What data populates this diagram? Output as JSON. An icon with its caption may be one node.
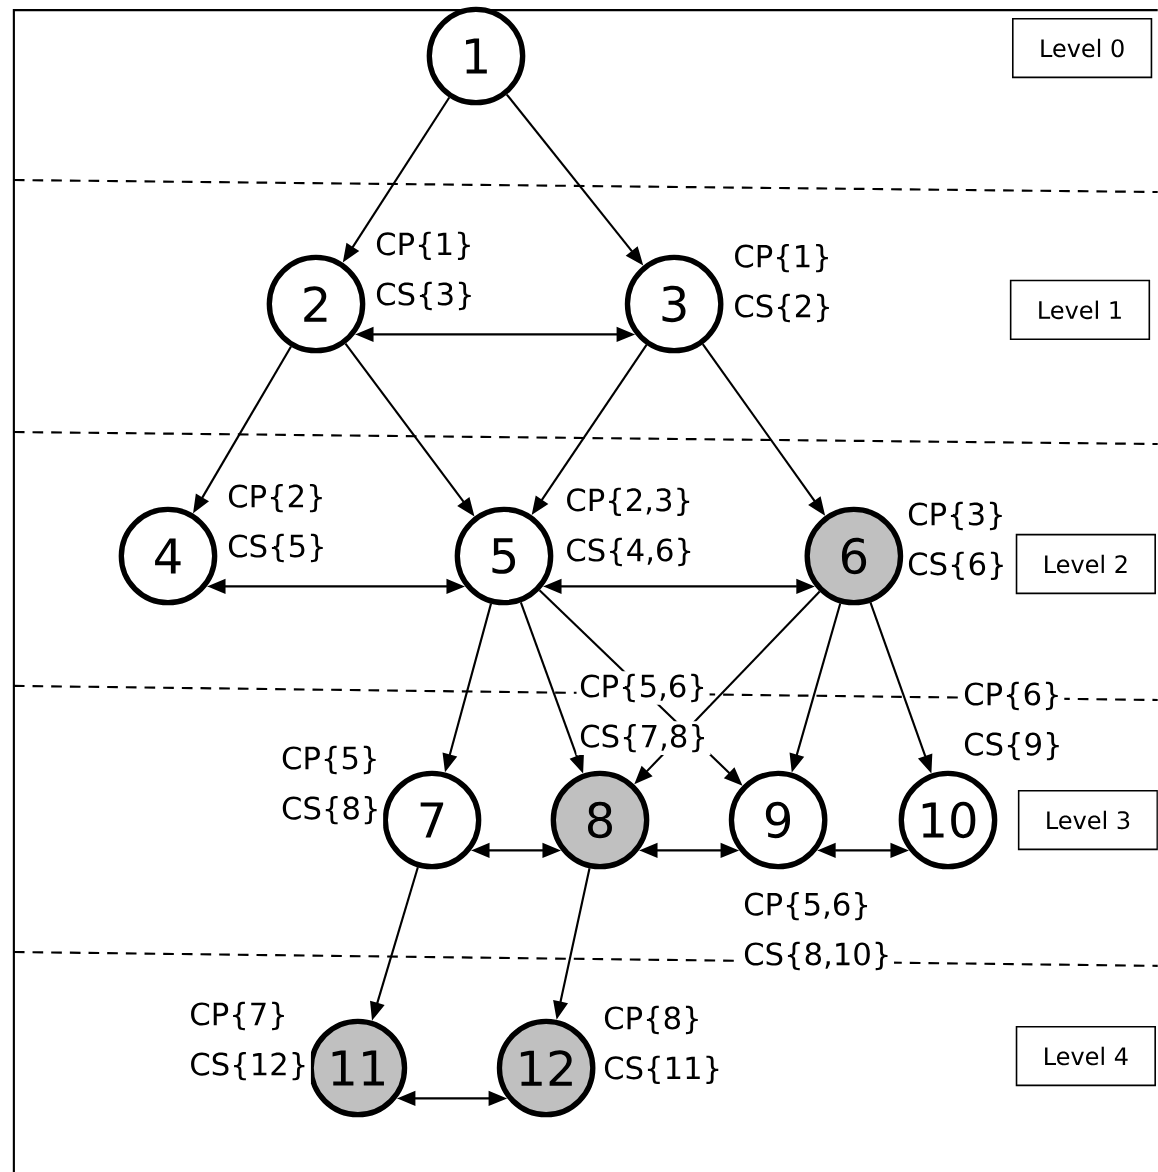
{
  "diagram": {
    "nodes": [
      {
        "text": [
          "1"
        ]
      },
      {
        "text": [
          "2"
        ],
        "beside": [
          "CP{1}",
          "CS{3}"
        ]
      },
      {
        "text": [
          "3"
        ],
        "beside": [
          "CP{1}",
          "CS{2}"
        ]
      },
      {
        "text": [
          "4"
        ],
        "beside": [
          "CP{2}",
          "CS{5}"
        ]
      },
      {
        "text": [
          "5"
        ],
        "beside": [
          "CP{2,3}",
          "CS{4,6}"
        ]
      },
      {
        "text": [
          "6"
        ],
        "beside": [
          "CP{3}",
          "CS{6}"
        ]
      },
      {
        "text": [
          "7"
        ],
        "beside": [
          "CP{5}",
          "CS{8}"
        ]
      },
      {
        "text": [
          "8"
        ],
        "beside": [
          "CP{5,6}",
          "CS{7,8}"
        ]
      },
      {
        "text": [
          "9"
        ],
        "beside": [
          "CP{5,6}",
          "CS{8,10}"
        ]
      },
      {
        "text": [
          "10"
        ],
        "beside": [
          "CP{6}",
          "CS{9}"
        ]
      },
      {
        "text": [
          "11"
        ],
        "beside": [
          "CP{7}",
          "CS{12}"
        ]
      },
      {
        "text": [
          "12"
        ],
        "beside": [
          "CP{8}",
          "CS{11}"
        ]
      },
      {
        "text": [
          "Level 0"
        ]
      },
      {
        "text": [
          "Level 1"
        ]
      },
      {
        "text": [
          "Level 2"
        ]
      },
      {
        "text": [
          "Level 3"
        ]
      },
      {
        "text": [
          "Level 4"
        ]
      }
    ],
    "edges": [
      {
        "from": 0,
        "to": 1,
        "arrow": "to"
      },
      {
        "from": 0,
        "to": 2,
        "arrow": "to"
      },
      {
        "from": 1,
        "to": 2,
        "arrow": "both"
      },
      {
        "from": 1,
        "to": 3,
        "arrow": "to"
      },
      {
        "from": 1,
        "to": 4,
        "arrow": "to"
      },
      {
        "from": 2,
        "to": 4,
        "arrow": "to"
      },
      {
        "from": 2,
        "to": 5,
        "arrow": "to"
      },
      {
        "from": 3,
        "to": 4,
        "arrow": "both"
      },
      {
        "from": 4,
        "to": 5,
        "arrow": "both"
      },
      {
        "from": 4,
        "to": 6,
        "arrow": "to"
      },
      {
        "from": 4,
        "to": 7,
        "arrow": "to"
      },
      {
        "from": 4,
        "to": 8,
        "arrow": "to"
      },
      {
        "from": 5,
        "to": 7,
        "arrow": "to"
      },
      {
        "from": 5,
        "to": 8,
        "arrow": "to"
      },
      {
        "from": 5,
        "to": 9,
        "arrow": "to"
      },
      {
        "from": 6,
        "to": 7,
        "arrow": "both"
      },
      {
        "from": 7,
        "to": 8,
        "arrow": "both"
      },
      {
        "from": 8,
        "to": 9,
        "arrow": "both"
      },
      {
        "from": 6,
        "to": 10,
        "arrow": "to"
      },
      {
        "from": 7,
        "to": 11,
        "arrow": "to"
      },
      {
        "from": 10,
        "to": 11,
        "arrow": "both"
      }
    ]
  }
}
